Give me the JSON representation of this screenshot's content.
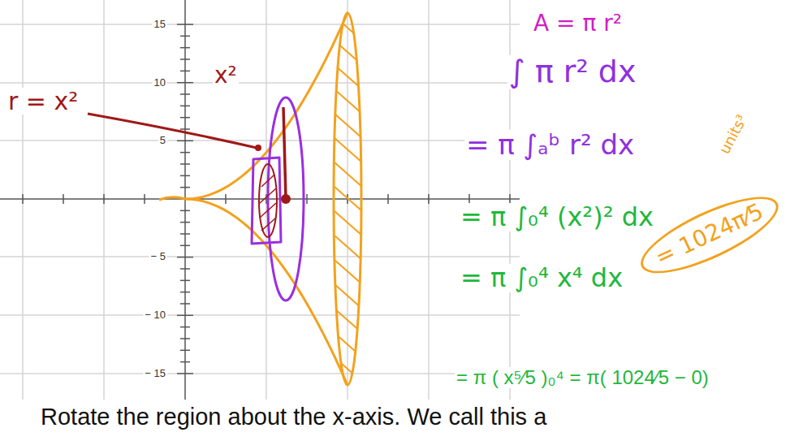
{
  "diagram": {
    "labels": [
      "15",
      "10",
      "5",
      "− 5",
      "− 10",
      "− 15",
      "r = x²",
      "x²",
      "A = π r²",
      "∫ π r² dx",
      "= π ∫ₐᵇ r² dx",
      "= π ∫₀⁴ (x²)² dx",
      "= π ∫₀⁴ x⁴ dx",
      "= π ( x⁵⁄5 )₀⁴ = π( 1024⁄5 − 0)",
      "units³",
      "= 1024π⁄5",
      "Rotate the region about the x-axis. We call this a"
    ]
  }
}
